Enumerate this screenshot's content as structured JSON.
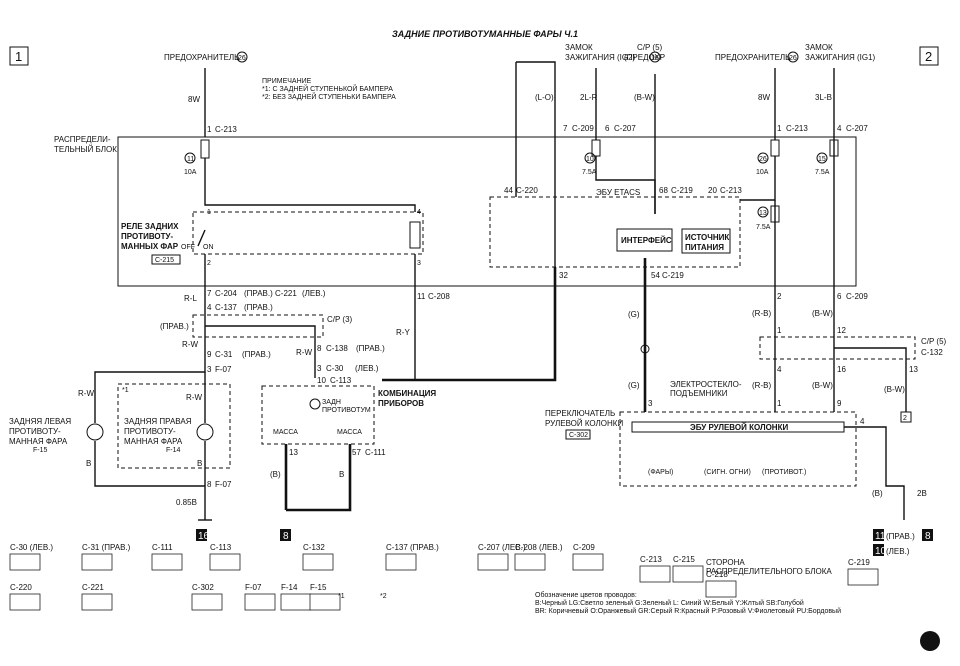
{
  "title": "ЗАДНИЕ ПРОТИВОТУМАННЫЕ ФАРЫ Ч.1",
  "page_markers": {
    "left": "1",
    "right": "2"
  },
  "note": {
    "heading": "ПРИМЕЧАНИЕ",
    "lines": [
      "*1: С ЗАДНЕЙ СТУПЕНЬКОЙ БАМПЕРА",
      "*2: БЕЗ ЗАДНЕЙ СТУПЕНЬКИ БАМПЕРА"
    ]
  },
  "top": {
    "fuse26_left": "ПРЕДОХРАНИТЕЛЬ",
    "fuse26_num": "26",
    "ign_ig2": [
      "ЗАМОК",
      "ЗАЖИГАНИЯ (IG2)"
    ],
    "cp5_fuse": [
      "C/P (5)",
      "(ПРЕДОХР"
    ],
    "cp5_num": "16",
    "fuse26_right": "ПРЕДОХРАНИТЕЛЬ",
    "fuse26_right_num": "26",
    "ign_ig1": [
      "ЗАМОК",
      "ЗАЖИГАНИЯ (IG1)"
    ]
  },
  "distribution_block": [
    "РАСПРЕДЕЛИ-",
    "ТЕЛЬНЫЙ БЛОК"
  ],
  "relay": {
    "label": [
      "РЕЛЕ ЗАДНИХ",
      "ПРОТИВОТУ-",
      "МАННЫХ ФАР"
    ],
    "conn": "C-215",
    "off": "OFF",
    "on": "ON"
  },
  "etacs": {
    "label": "ЭБУ ETACS",
    "interface": "ИНТЕРФЕЙС",
    "power": [
      "ИСТОЧНИК",
      "ПИТАНИЯ"
    ]
  },
  "wires": {
    "w1": "8W",
    "w2": "2L-R",
    "w3": "(B-W)",
    "w4": "(L-O)",
    "w5": "8W",
    "w6": "3L-B",
    "w7": "R-L",
    "w8": "R-W",
    "w9": "R-Y",
    "w10": "R-W",
    "w11": "R-W",
    "w12": "B",
    "w13": "B",
    "w14": "0.85B",
    "w15": "(B)",
    "w16": "B",
    "w17": "(G)",
    "w18": "(G)",
    "w19": "(R-B)",
    "w20": "(B-W)",
    "w21": "(R-B)",
    "w22": "(B-W)",
    "w23": "(B-W)",
    "w24": "(B)",
    "w25": "2B"
  },
  "conn_labels": {
    "c1": "1",
    "c1c": "C-213",
    "c2": "7",
    "c2c": "C-209",
    "c3": "6",
    "c3c": "C-207",
    "c4": "68",
    "c4c": "C-219",
    "c5": "44",
    "c5c": "C-220",
    "c6": "20",
    "c6c": "C-213",
    "c7": "1",
    "c7c": "C-213",
    "c8": "4",
    "c8c": "C-207",
    "c9": "7",
    "c9c": "C-204",
    "c9r": "(ПРАВ.)",
    "c9d": "C-221",
    "c9l": "(ЛЕВ.)",
    "c10": "4",
    "c10c": "C-137",
    "c10r": "(ПРАВ.)",
    "c11": "11",
    "c11c": "C-208",
    "c12": "32",
    "c13": "54",
    "c13c": "C-219",
    "c14": "2",
    "c15": "6",
    "c15c": "C-209",
    "c16": "9",
    "c16c": "C-31",
    "c16r": "(ПРАВ.)",
    "c17": "3",
    "c17c": "F-07",
    "c18": "8",
    "c18c": "C-138",
    "c18r": "(ПРАВ.)",
    "c19": "3",
    "c19c": "C-30",
    "c19l": "(ЛЕВ.)",
    "c20": "10",
    "c20c": "C-113",
    "c21": "8",
    "c21c": "F-07",
    "c22": "13",
    "c23": "57",
    "c23c": "C-111"
  },
  "fuses": {
    "f11": "11",
    "f11a": "10A",
    "f10": "10",
    "f10a": "7.5A",
    "f26": "26",
    "f26a": "10A",
    "f15": "15",
    "f15a": "7.5A",
    "f13": "13",
    "f13a": "7.5A"
  },
  "cp3": {
    "label": "C/P (3)",
    "right": "(ПРАВ.)"
  },
  "cp5b": {
    "label": "C/P (5)",
    "conn": "C-132"
  },
  "lamps": {
    "left": [
      "ЗАДНЯЯ ЛЕВАЯ",
      "ПРОТИВОТУ-",
      "МАННАЯ ФАРА"
    ],
    "left_conn": "F-15",
    "right": [
      "ЗАДНЯЯ ПРАВАЯ",
      "ПРОТИВОТУ-",
      "МАННАЯ ФАРА"
    ],
    "right_conn": "F-14",
    "star": "*1"
  },
  "cluster": {
    "label": [
      "КОМБИНАЦИЯ",
      "ПРИБОРОВ"
    ],
    "lamp": [
      "ЗАДН",
      "ПРОТИВОТУМ"
    ],
    "mass1": "МАССА",
    "mass2": "МАССА"
  },
  "grounds": {
    "g16": "16",
    "g8": "8",
    "g11": "11",
    "g11r": "(ПРАВ.)",
    "g10": "10",
    "g10l": "(ЛЕВ.)",
    "g8b": "8"
  },
  "column": {
    "switch": [
      "ПЕРЕКЛЮЧАТЕЛЬ",
      "РУЛЕВОЙ КОЛОНКИ"
    ],
    "switch_conn": "C-302",
    "ecu": "ЭБУ РУЛЕВОЙ КОЛОНКИ",
    "sw1": "(ФАРЫ)",
    "sw2": "(СИГН. ОГНИ)",
    "sw3": "(ПРОТИВОТ.)",
    "pins": {
      "p3": "3",
      "p1": "1",
      "p9": "9",
      "p4": "4",
      "p16": "16",
      "p13": "13",
      "p4b": "4",
      "p1b": "1",
      "p12": "12"
    },
    "windows": [
      "ЭЛЕКТРОСТЕКЛО-",
      "ПОДЪЕМНИКИ"
    ]
  },
  "marker2": "2",
  "legend": {
    "line1": "Обозначение цветов проводов:",
    "line2": "B:Черный LG:Светло зеленый G:Зеленый L: Синий W:Белый Y:Жлтый SB:Голубой",
    "line3": "BR: Коричневый O:Оранжевый GR:Серый R:Красный P:Розовый V:Фиолетовый PU:Бордовый"
  },
  "connectors": [
    {
      "id": "C-30",
      "side": "(ЛЕВ.)"
    },
    {
      "id": "C-31",
      "side": "(ПРАВ.)"
    },
    {
      "id": "C-111",
      "side": ""
    },
    {
      "id": "C-113",
      "side": ""
    },
    {
      "id": "C-132",
      "side": ""
    },
    {
      "id": "C-137",
      "side": "(ПРАВ.)"
    },
    {
      "id": "C-207",
      "side": "(ЛЕВ.)"
    },
    {
      "id": "C-208",
      "side": "(ЛЕВ.)"
    },
    {
      "id": "C-209",
      "side": ""
    },
    {
      "id": "C-213",
      "side": ""
    },
    {
      "id": "C-215",
      "side": ""
    },
    {
      "id": "C-218",
      "side": ""
    },
    {
      "id": "C-219",
      "side": ""
    },
    {
      "id": "C-220",
      "side": ""
    },
    {
      "id": "C-221",
      "side": ""
    },
    {
      "id": "C-302",
      "side": ""
    },
    {
      "id": "F-07",
      "side": ""
    },
    {
      "id": "F-14",
      "side": ""
    },
    {
      "id": "F-15",
      "side": ""
    }
  ],
  "connector_side_block": [
    "СТОРОНА",
    "РАСПРЕДЕЛИТЕЛЬНОГО БЛОКА"
  ],
  "star1": "*1",
  "star2": "*2"
}
